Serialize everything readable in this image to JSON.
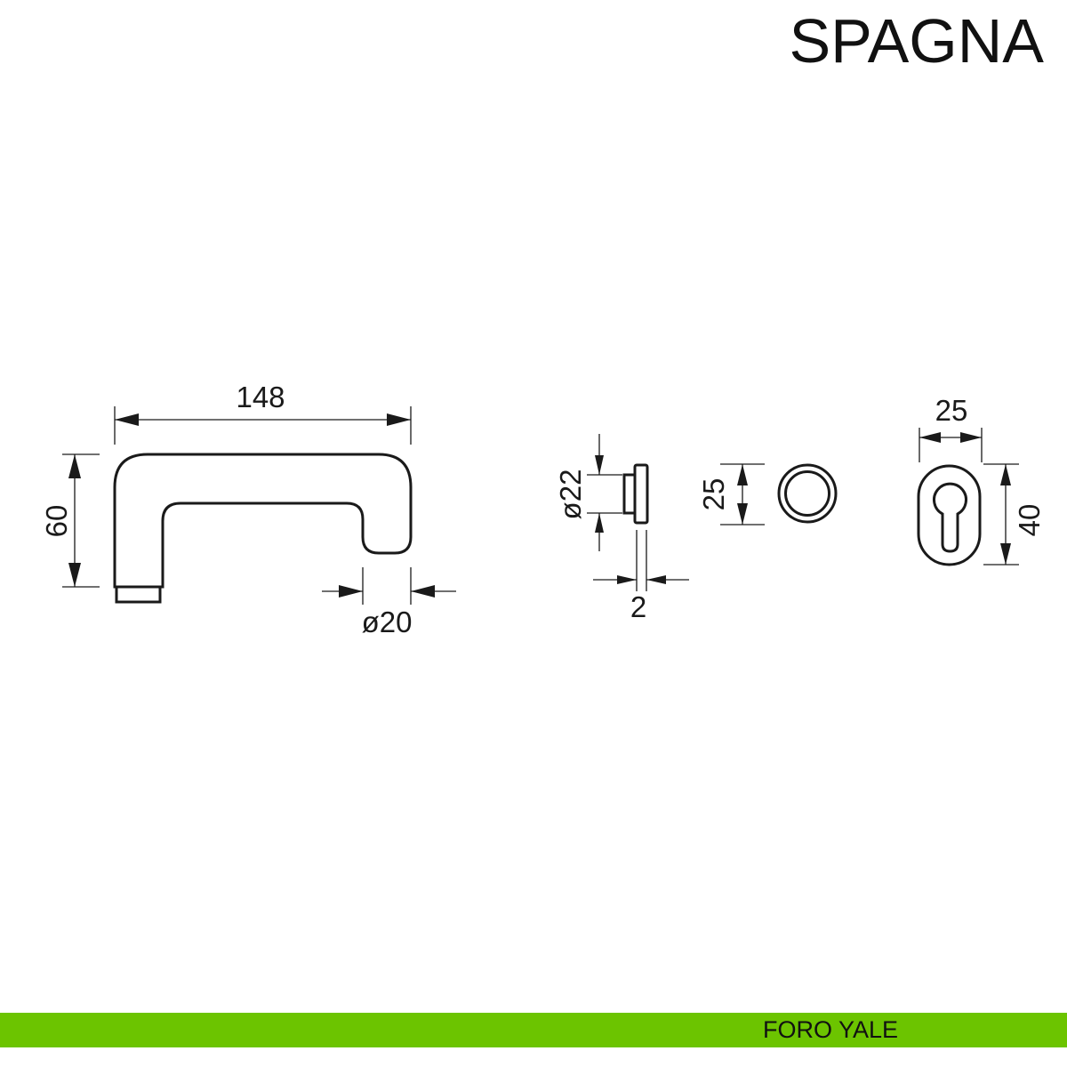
{
  "header": {
    "title": "SPAGNA"
  },
  "footer": {
    "label": "FORO YALE",
    "color": "#6cc400"
  },
  "drawing": {
    "handle": {
      "length": "148",
      "height": "60",
      "diameter": "ø20"
    },
    "rosette_side": {
      "diameter": "ø22",
      "thickness": "2"
    },
    "rosette_front": {
      "diameter": "25"
    },
    "escutcheon": {
      "width": "25",
      "height": "40"
    }
  }
}
